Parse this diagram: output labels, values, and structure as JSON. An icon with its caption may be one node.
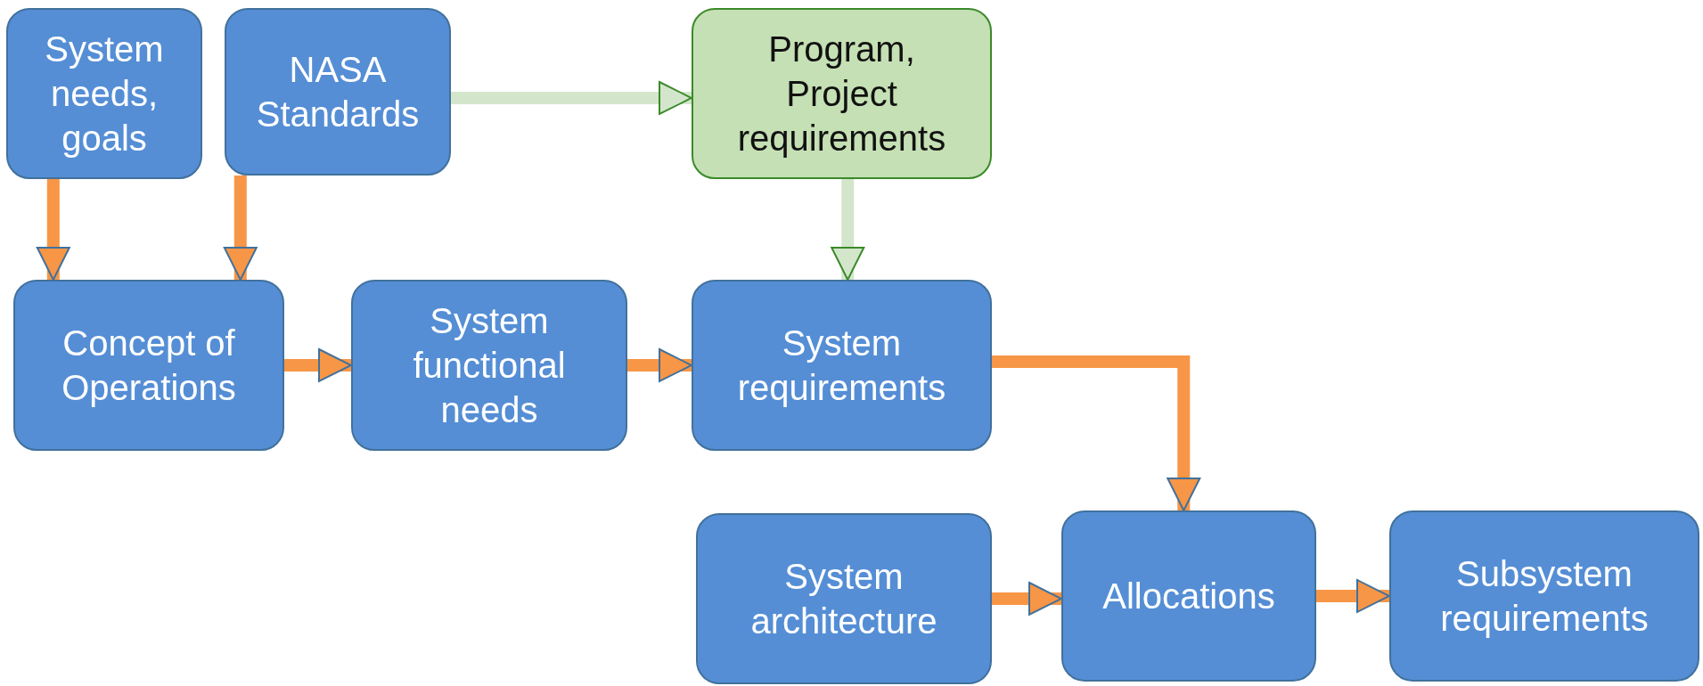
{
  "diagram": {
    "nodes": [
      {
        "text": [
          "System needs, goals"
        ]
      },
      {
        "text": [
          "NASA Standards"
        ]
      },
      {
        "text": [
          "Program, Project requirements"
        ]
      },
      {
        "text": [
          "Concept of Operations"
        ]
      },
      {
        "text": [
          "System functional needs"
        ]
      },
      {
        "text": [
          "System requirements"
        ]
      },
      {
        "text": [
          "System architecture"
        ]
      },
      {
        "text": [
          "Allocations"
        ]
      },
      {
        "text": [
          "Subsystem requirements"
        ]
      }
    ],
    "edges": [
      {
        "from": 0,
        "to": 3,
        "arrow": "to"
      },
      {
        "from": 1,
        "to": 3,
        "arrow": "to"
      },
      {
        "from": 1,
        "to": 2,
        "arrow": "to",
        "color": "#d3e6cc"
      },
      {
        "from": 2,
        "to": 5,
        "arrow": "to",
        "color": "#d3e6cc"
      },
      {
        "from": 3,
        "to": 4,
        "arrow": "to"
      },
      {
        "from": 4,
        "to": 5,
        "arrow": "to"
      },
      {
        "from": 5,
        "to": 7,
        "arrow": "to"
      },
      {
        "from": 6,
        "to": 7,
        "arrow": "to"
      },
      {
        "from": 7,
        "to": 8,
        "arrow": "to"
      }
    ]
  }
}
